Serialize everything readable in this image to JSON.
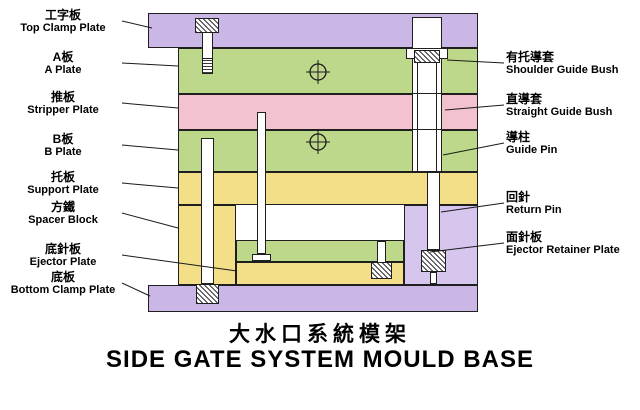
{
  "title": {
    "zh": "大水口系統模架",
    "en": "SIDE GATE SYSTEM MOULD BASE"
  },
  "labels_left": [
    {
      "zh": "工字板",
      "en": "Top Clamp Plate"
    },
    {
      "zh": "A板",
      "en": "A Plate"
    },
    {
      "zh": "推板",
      "en": "Stripper Plate"
    },
    {
      "zh": "B板",
      "en": "B Plate"
    },
    {
      "zh": "托板",
      "en": "Support Plate"
    },
    {
      "zh": "方鐵",
      "en": "Spacer Block"
    },
    {
      "zh": "底針板",
      "en": "Ejector Plate"
    },
    {
      "zh": "底板",
      "en": "Bottom Clamp Plate"
    }
  ],
  "labels_right": [
    {
      "zh": "有托導套",
      "en": "Shoulder Guide Bush"
    },
    {
      "zh": "直導套",
      "en": "Straight Guide Bush"
    },
    {
      "zh": "導柱",
      "en": "Guide Pin"
    },
    {
      "zh": "回針",
      "en": "Return Pin"
    },
    {
      "zh": "面針板",
      "en": "Ejector Retainer Plate"
    }
  ],
  "colors": {
    "plate_purple": "#cbb7e6",
    "plate_purple_light": "#d6c6ee",
    "plate_green": "#bdd88a",
    "plate_pink": "#f2c3ce",
    "plate_yellow": "#f2df88",
    "outline": "#1f1f1f"
  }
}
